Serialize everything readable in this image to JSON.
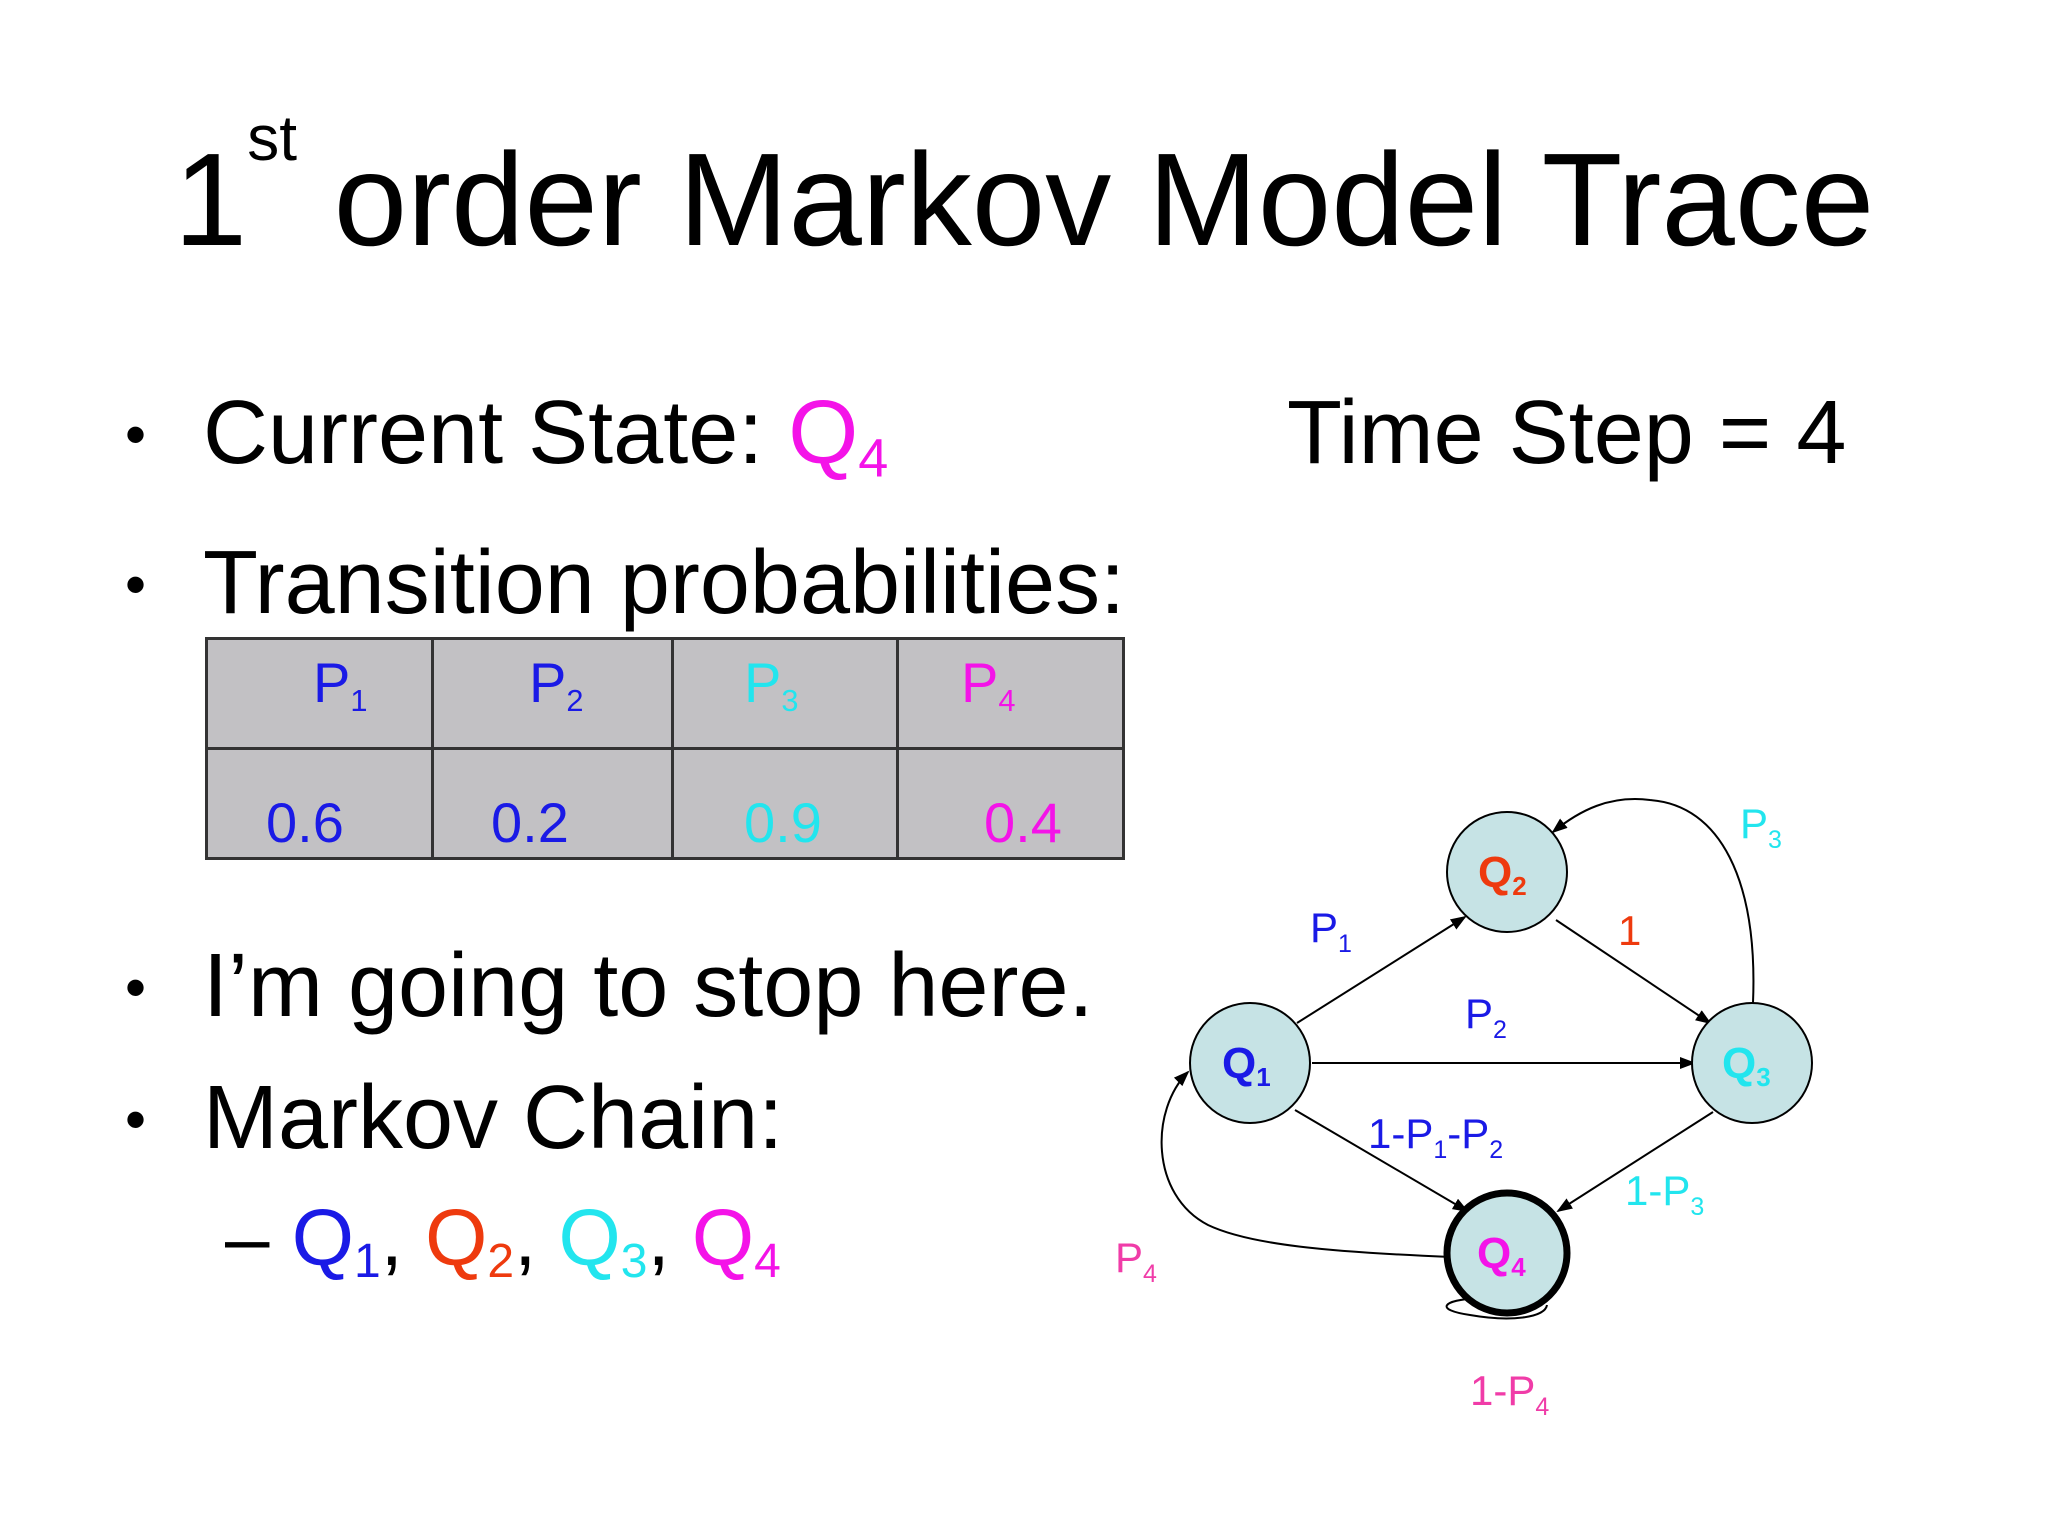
{
  "title": {
    "prefix": "1",
    "sup": "st",
    "rest": "order Markov Model Trace"
  },
  "bullets": {
    "current_state_label": "Current State: ",
    "current_state_value": "Q",
    "current_state_sub": "4",
    "time_step": "Time Step = 4",
    "transition_label": "Transition probabilities:",
    "stop_text": "I’m going to stop here.",
    "chain_label": "Markov Chain:"
  },
  "table": {
    "headers": [
      {
        "base": "P",
        "sub": "1",
        "color": "#1a1ae6"
      },
      {
        "base": "P",
        "sub": "2",
        "color": "#1a1ae6"
      },
      {
        "base": "P",
        "sub": "3",
        "color": "#22e5ee"
      },
      {
        "base": "P",
        "sub": "4",
        "color": "#f413e8"
      }
    ],
    "values": [
      "0.6",
      "0.2",
      "0.9",
      "0.4"
    ]
  },
  "chain": {
    "dash": "–",
    "items": [
      {
        "base": "Q",
        "sub": "1",
        "sep": ", ",
        "color": "#1a1ae6"
      },
      {
        "base": "Q",
        "sub": "2",
        "sep": ", ",
        "color": "#ee3a0e"
      },
      {
        "base": "Q",
        "sub": "3",
        "sep": ", ",
        "color": "#22e5ee"
      },
      {
        "base": "Q",
        "sub": "4",
        "sep": "",
        "color": "#f413e8"
      }
    ]
  },
  "diagram": {
    "nodes": [
      {
        "id": "Q1",
        "base": "Q",
        "sub": "1",
        "color": "#1a1ae6"
      },
      {
        "id": "Q2",
        "base": "Q",
        "sub": "2",
        "color": "#ee3a0e"
      },
      {
        "id": "Q3",
        "base": "Q",
        "sub": "3",
        "color": "#22e5ee"
      },
      {
        "id": "Q4",
        "base": "Q",
        "sub": "4",
        "color": "#f413e8",
        "current": true
      }
    ],
    "edges": [
      {
        "from": "Q1",
        "to": "Q2",
        "base": "P",
        "sub": "1",
        "tail": "",
        "color": "#1a1ae6"
      },
      {
        "from": "Q1",
        "to": "Q3",
        "base": "P",
        "sub": "2",
        "tail": "",
        "color": "#1a1ae6"
      },
      {
        "from": "Q1",
        "to": "Q4",
        "base": "1-P",
        "sub": "1",
        "tail": "-P",
        "sub2": "2",
        "color": "#1a1ae6"
      },
      {
        "from": "Q2",
        "to": "Q3",
        "base": "1",
        "sub": "",
        "tail": "",
        "color": "#ee3a0e"
      },
      {
        "from": "Q3",
        "to": "Q2",
        "base": "P",
        "sub": "3",
        "tail": "",
        "color": "#22e5ee"
      },
      {
        "from": "Q3",
        "to": "Q4",
        "base": "1-P",
        "sub": "3",
        "tail": "",
        "color": "#22e5ee"
      },
      {
        "from": "Q4",
        "to": "Q1",
        "base": "P",
        "sub": "4",
        "tail": "",
        "color": "#f03ca8"
      },
      {
        "from": "Q4",
        "to": "Q4",
        "base": "1-P",
        "sub": "4",
        "tail": "",
        "color": "#f03ca8"
      }
    ],
    "node_fill": "#c6e3e5",
    "stroke": "#000000"
  }
}
